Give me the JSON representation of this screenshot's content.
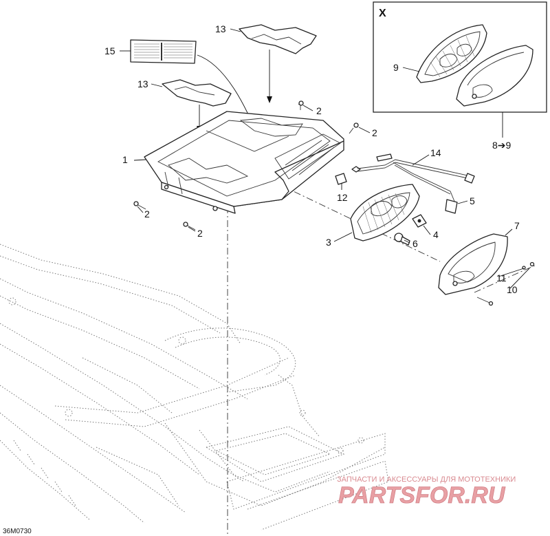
{
  "diagram_code": "36M0730",
  "inset": {
    "label": "X",
    "callout": "8➔9"
  },
  "callouts": {
    "c1": "1",
    "c2a": "2",
    "c2b": "2",
    "c2c": "2",
    "c2d": "2",
    "c3": "3",
    "c4": "4",
    "c5": "5",
    "c6": "6",
    "c7": "7",
    "c9": "9",
    "c10": "10",
    "c11": "11",
    "c12": "12",
    "c13a": "13",
    "c13b": "13",
    "c14": "14",
    "c15": "15"
  },
  "watermark": {
    "tagline": "ЗАПЧАСТИ И АКСЕССУАРЫ ДЛЯ МОТОТЕХНИКИ",
    "brand": "PARTSFOR.RU",
    "color": "#e8a0a4"
  }
}
